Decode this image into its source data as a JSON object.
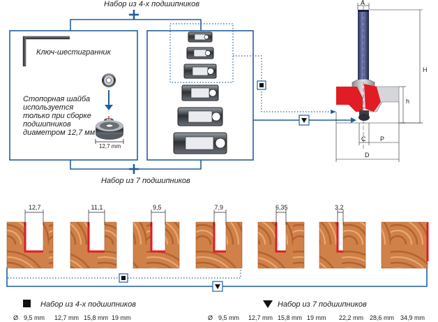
{
  "top_header": "Набор из 4-х подшипников",
  "bottom_header": "Набор из 7 подшипников",
  "plus": "+",
  "hex_key_label": "Ключ-шестигранник",
  "washer_note": [
    "Стопорная шайба",
    "используется",
    "только при сборке",
    "подшипников",
    "диаметром 12,7 мм"
  ],
  "washer_dim": "12,7 mm",
  "dims": {
    "A": "A",
    "H": "H",
    "h": "h",
    "C": "C",
    "P": "P",
    "D": "D"
  },
  "profiles": [
    {
      "dim": "12,7"
    },
    {
      "dim": "11,1"
    },
    {
      "dim": "9,5"
    },
    {
      "dim": "7,9"
    },
    {
      "dim": "6,35"
    },
    {
      "dim": "3,2"
    },
    {
      "dim": ""
    }
  ],
  "legend": {
    "set4": {
      "label": "Набор из 4-х подшипников",
      "symbol": "square",
      "values": [
        "Ø",
        "9,5 mm",
        "12,7 mm",
        "15,8 mm",
        "19 mm"
      ]
    },
    "set7": {
      "label": "Набор из 7 подшипников",
      "symbol": "triangle",
      "values": [
        "Ø",
        "9,5 mm",
        "12,7 mm",
        "15,8 mm",
        "19 mm",
        "22,2 mm",
        "28,6 mm",
        "34,9 mm"
      ]
    }
  },
  "colors": {
    "frame": "#1f5f9e",
    "red": "#e11c24",
    "wood": "#c8743d",
    "woodLight": "#e7a56e",
    "steel": "#4a4f55"
  }
}
